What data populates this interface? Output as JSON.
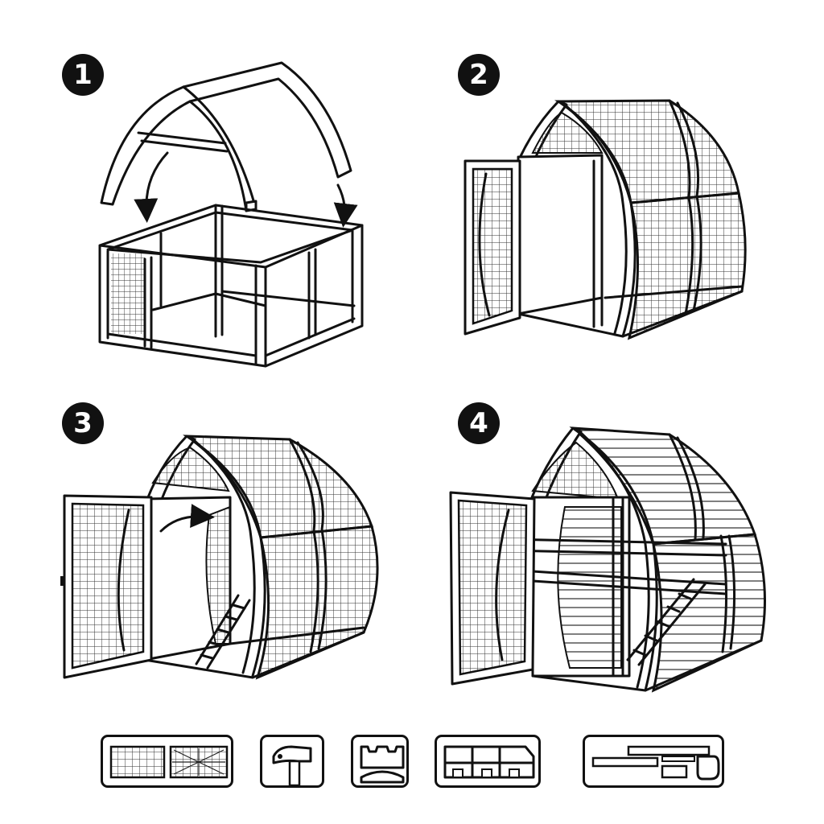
{
  "steps": [
    {
      "number": "1"
    },
    {
      "number": "2"
    },
    {
      "number": "3"
    },
    {
      "number": "4"
    }
  ],
  "parts_legend": [
    {
      "icon": "mesh-panels-icon"
    },
    {
      "icon": "hammer-icon"
    },
    {
      "icon": "bracket-icon"
    },
    {
      "icon": "frame-panel-icon"
    },
    {
      "icon": "boards-and-hardware-icon"
    }
  ]
}
